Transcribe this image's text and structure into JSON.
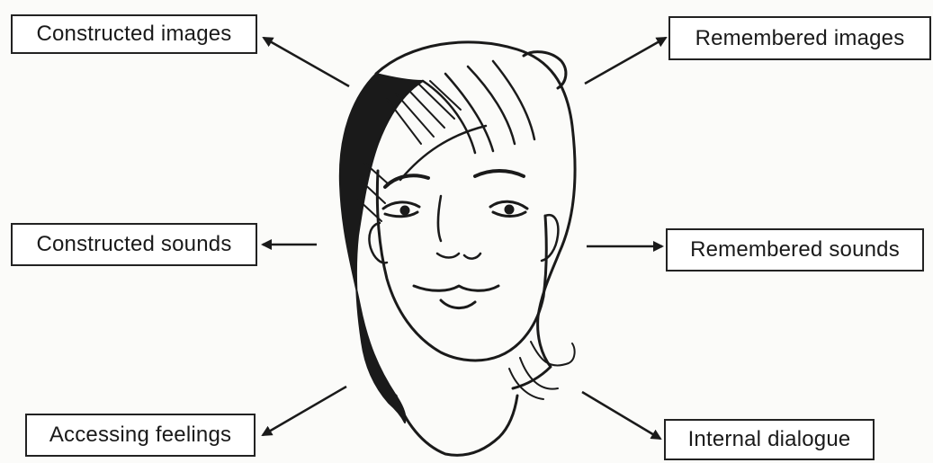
{
  "labels": {
    "constructed_images": "Constructed images",
    "remembered_images": "Remembered images",
    "constructed_sounds": "Constructed sounds",
    "remembered_sounds": "Remembered sounds",
    "accessing_feelings": "Accessing feelings",
    "internal_dialogue": "Internal dialogue"
  },
  "colors": {
    "ink": "#1a1a1a",
    "paper": "#fbfbf9",
    "box_fill": "#ffffff"
  },
  "icons": [
    "face-illustration",
    "arrow-up-left",
    "arrow-up-right",
    "arrow-left",
    "arrow-right",
    "arrow-down-left",
    "arrow-down-right"
  ]
}
